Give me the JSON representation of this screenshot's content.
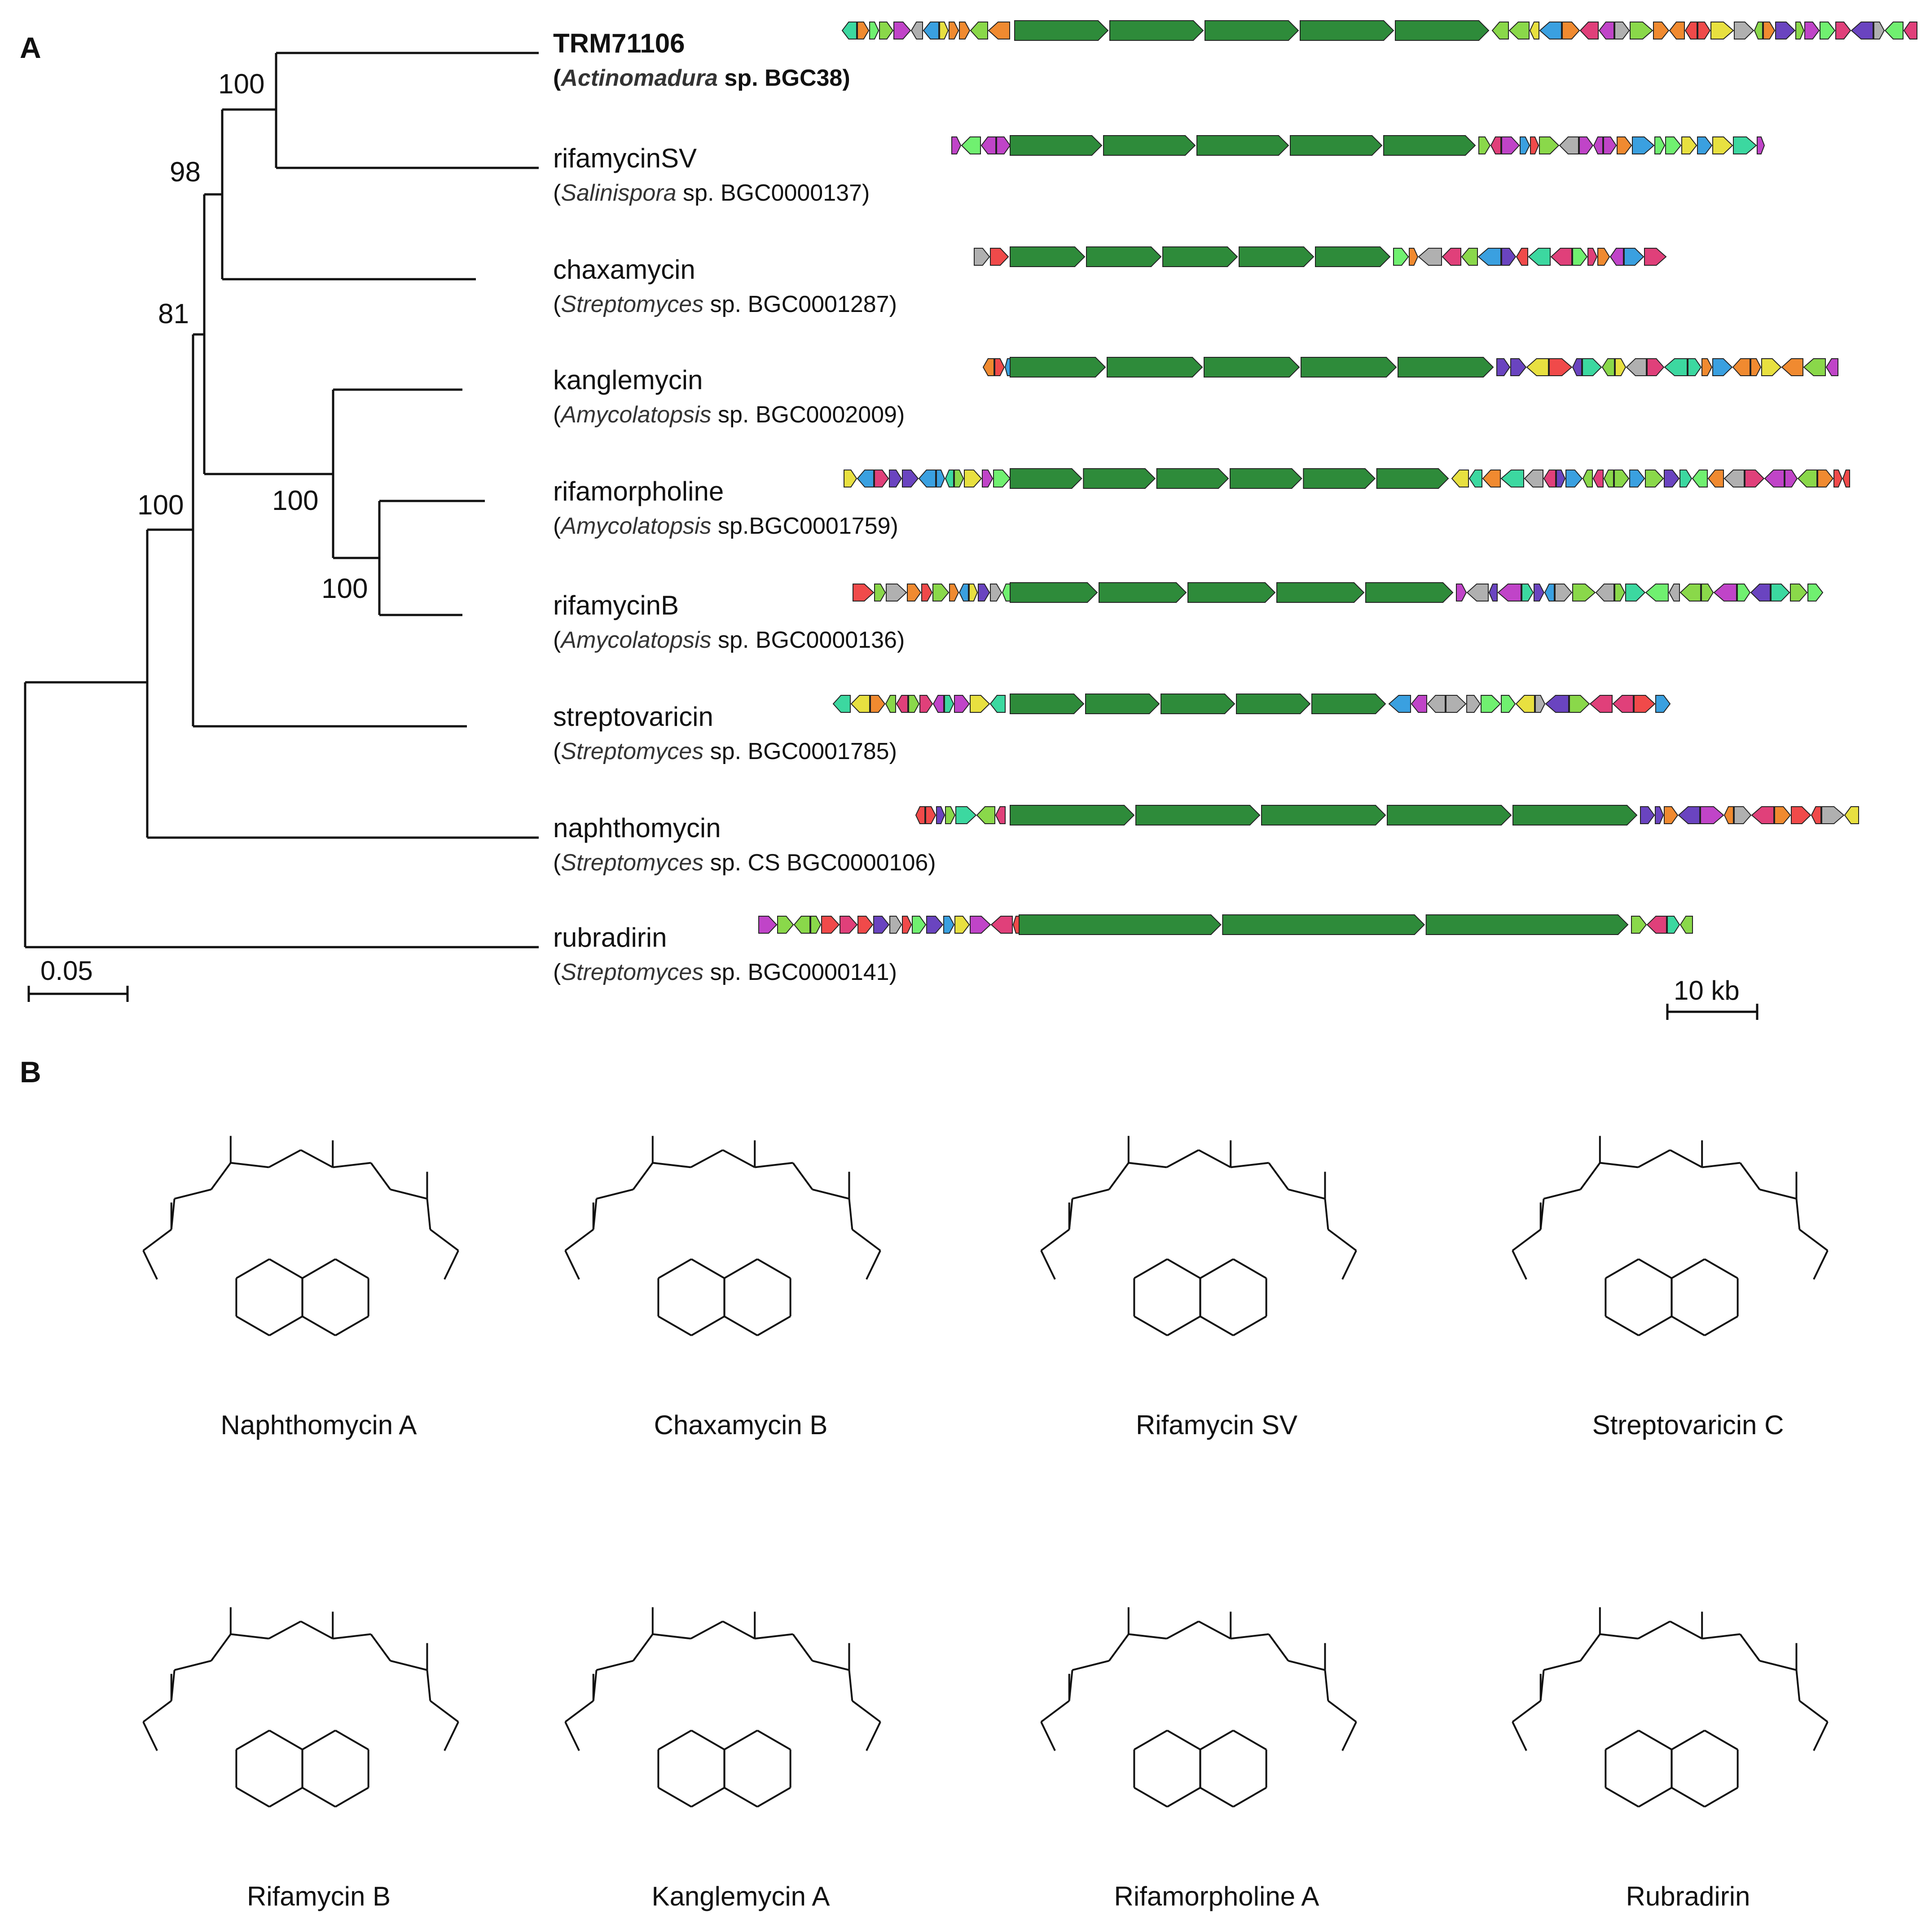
{
  "panel_a": {
    "letter": "A",
    "scale_tree": "0.05",
    "scale_cluster": "10 kb",
    "bootstrap": [
      "100",
      "98",
      "81",
      "100",
      "100",
      "100"
    ],
    "taxa": [
      {
        "name": "TRM71106",
        "paren_open": "(",
        "genus": "Actinomadura",
        "rest": " sp. BGC38)",
        "bold": true
      },
      {
        "name": "rifamycinSV",
        "paren_open": "(",
        "genus": "Salinispora",
        "rest": " sp. BGC0000137)",
        "bold": false
      },
      {
        "name": "chaxamycin",
        "paren_open": "(",
        "genus": "Streptomyces",
        "rest": " sp. BGC0001287)",
        "bold": false
      },
      {
        "name": "kanglemycin",
        "paren_open": "(",
        "genus": "Amycolatopsis",
        "rest": " sp. BGC0002009)",
        "bold": false
      },
      {
        "name": "rifamorpholine",
        "paren_open": "(",
        "genus": "Amycolatopsis",
        "rest": " sp.BGC0001759)",
        "bold": false
      },
      {
        "name": "rifamycinB",
        "paren_open": "(",
        "genus": "Amycolatopsis",
        "rest": " sp. BGC0000136)",
        "bold": false
      },
      {
        "name": "streptovaricin",
        "paren_open": "(",
        "genus": "Streptomyces",
        "rest": " sp. BGC0001785)",
        "bold": false
      },
      {
        "name": "naphthomycin",
        "paren_open": "(",
        "genus": "Streptomyces",
        "rest": " sp. CS BGC0000106)",
        "bold": false
      },
      {
        "name": "rubradirin",
        "paren_open": "(",
        "genus": "Streptomyces",
        "rest": " sp. BGC0000141)",
        "bold": false
      }
    ],
    "gene_colors": {
      "pks": "#2e8b3a",
      "palette": [
        "#c044c8",
        "#e0407a",
        "#6a44c0",
        "#8ad84a",
        "#f08a30",
        "#3aa0e0",
        "#3cd8a0",
        "#b0b0b0",
        "#f04a4a",
        "#70f070",
        "#e8e040"
      ]
    }
  },
  "panel_b": {
    "letter": "B",
    "structures": [
      "Naphthomycin A",
      "Chaxamycin B",
      "Rifamycin SV",
      "Streptovaricin C",
      "Rifamycin B",
      "Kanglemycin A",
      "Rifamorpholine A",
      "Rubradirin"
    ]
  }
}
